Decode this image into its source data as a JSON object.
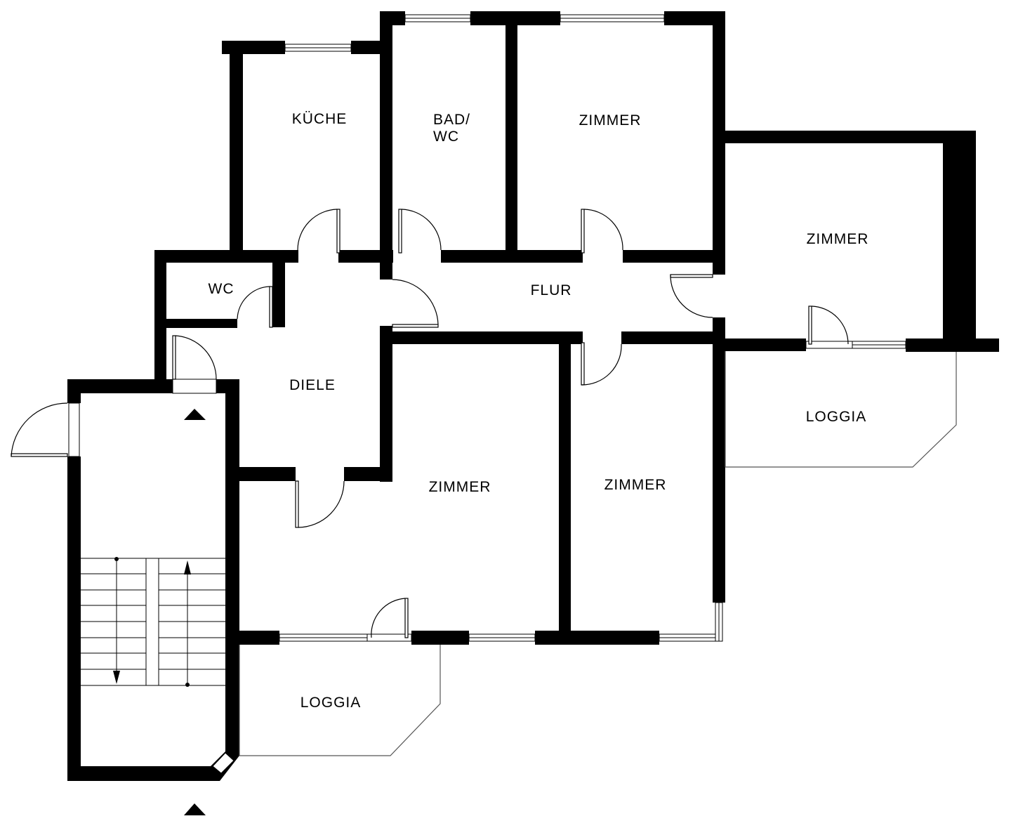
{
  "rooms": {
    "kueche": "KÜCHE",
    "bad_line1": "BAD/",
    "bad_line2": "WC",
    "zimmer_top": "ZIMMER",
    "zimmer_right": "ZIMMER",
    "wc": "WC",
    "flur": "FLUR",
    "diele": "DIELE",
    "zimmer_center": "ZIMMER",
    "zimmer_center_right": "ZIMMER",
    "loggia_right": "LOGGIA",
    "loggia_bottom": "LOGGIA"
  },
  "entrance_markers": [
    "entrance-arrow-upper",
    "entrance-arrow-lower"
  ],
  "colors": {
    "wall": "#000000",
    "background": "#ffffff",
    "outline": "#555555"
  }
}
